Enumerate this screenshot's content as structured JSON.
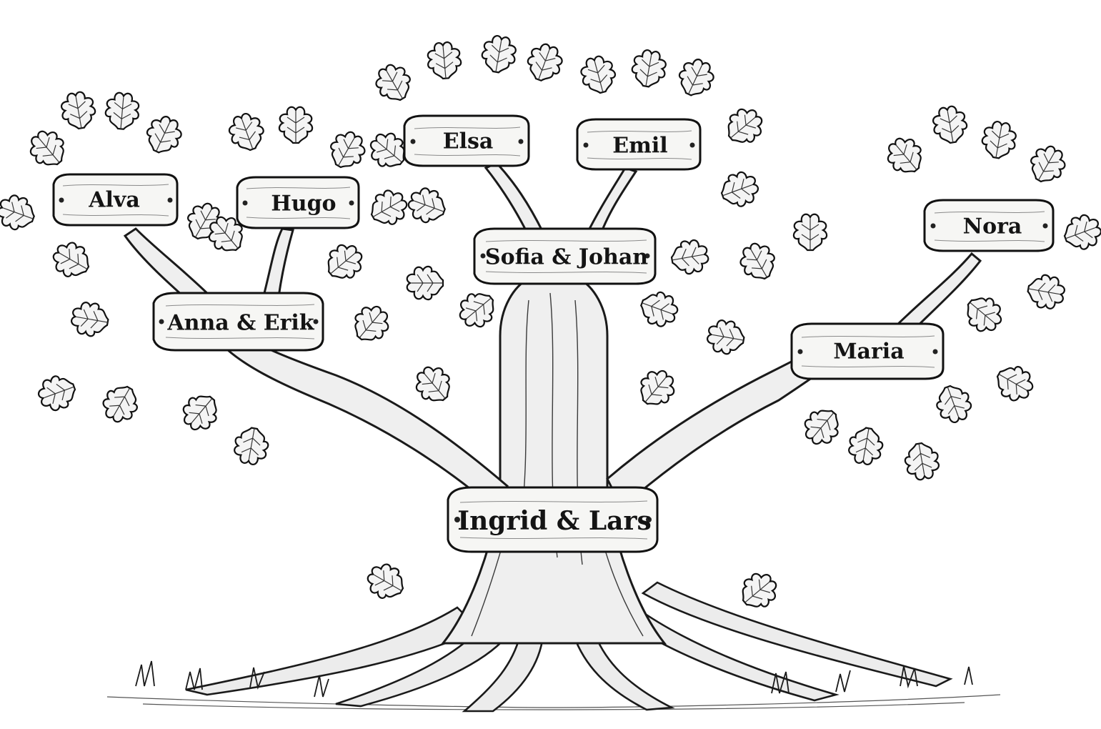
{
  "family_tree": {
    "root_couple": "Ingrid & Lars",
    "children": [
      {
        "label": "Anna & Erik",
        "children": [
          "Alva",
          "Hugo"
        ]
      },
      {
        "label": "Sofia & Johan",
        "children": [
          "Elsa",
          "Emil"
        ]
      },
      {
        "label": "Maria",
        "children": [
          "Nora"
        ]
      }
    ]
  }
}
